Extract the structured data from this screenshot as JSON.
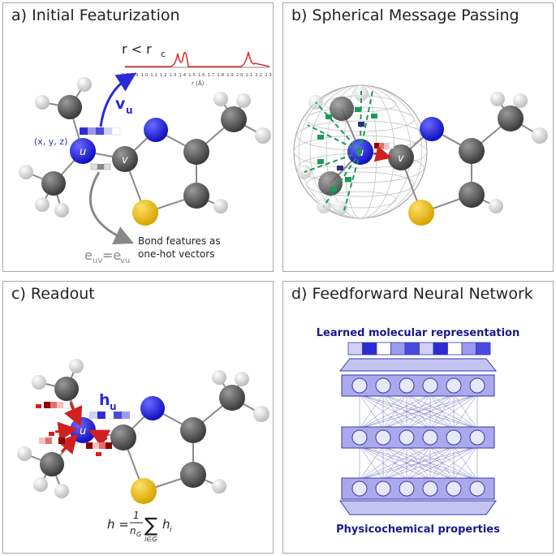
{
  "panels": {
    "a": {
      "title": "a) Initial Featurization",
      "cutoff": "r < r",
      "cutoff_sub": "c",
      "axis_ticks": [
        "0.8",
        "0.9",
        "1.0",
        "1.1",
        "1.2",
        "1.3",
        "1.4",
        "1.5",
        "1.6",
        "1.7",
        "1.8",
        "1.9",
        "2.0",
        "2.1",
        "2.2",
        "2.3"
      ],
      "axis_label": "r (Å)",
      "vector_label": "v",
      "vector_sub": "u",
      "coords": "(x, y, z)",
      "atom_u": "u",
      "atom_v": "v",
      "edge_label": "e",
      "edge_sub1": "uv",
      "edge_eq": "=e",
      "edge_sub2": "vu",
      "bond_note_1": "Bond features as",
      "bond_note_2": "one-hot vectors"
    },
    "b": {
      "title": "b) Spherical Message Passing",
      "atom_u": "u",
      "atom_v": "v"
    },
    "c": {
      "title": "c) Readout",
      "hidden_label": "h",
      "hidden_sub": "u",
      "atom_u": "u",
      "formula_lhs": "h = ",
      "formula_num": "1",
      "formula_den": "n",
      "formula_den_sub": "G",
      "formula_sum_sub": "i∈G",
      "formula_term": "h",
      "formula_term_sub": "i"
    },
    "d": {
      "title": "d) Feedforward Neural Network",
      "top_label": "Learned molecular representation",
      "bottom_label": "Physicochemical properties"
    }
  },
  "colors": {
    "nitrogen": "#2a2ad8",
    "sulfur": "#e6b800",
    "carbon": "#555555",
    "hydrogen": "#dcdcdc",
    "accent_blue": "#2b2bd6",
    "spectrum_red": "#e03030",
    "message_green": "#1a9a5a",
    "arrow_red": "#d02020",
    "network_fill": "#a9a9ec",
    "network_stroke": "#3a3aa8",
    "navy_text": "#1a1a8c"
  }
}
